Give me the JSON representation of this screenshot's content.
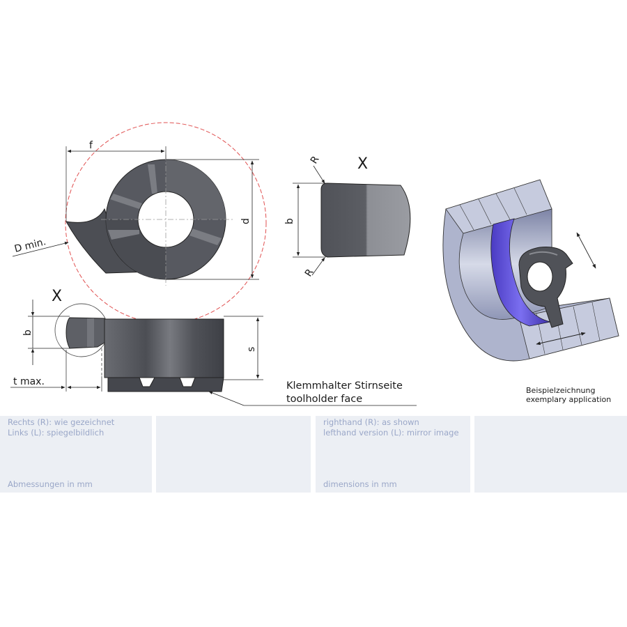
{
  "labels": {
    "view_x_top": "X",
    "view_x_side": "X",
    "dim_f": "f",
    "dim_d": "d",
    "dim_D_min": "D min.",
    "dim_b_detail": "b",
    "dim_R_top": "R",
    "dim_R_bottom": "R",
    "dim_b_side": "b",
    "dim_s": "s",
    "dim_t_max": "t max.",
    "toolholder_de": "Klemmhalter Stirnseite",
    "toolholder_en": "toolholder face",
    "example_de": "Beispielzeichnung",
    "example_en": "exemplary application"
  },
  "info": {
    "de_right": "Rechts (R): wie gezeichnet",
    "de_left": "Links (L): spiegelbildlich",
    "de_dimensions": "Abmessungen in mm",
    "en_right": "righthand (R): as shown",
    "en_left": "lefthand version (L): mirror image",
    "en_dimensions": "dimensions in mm"
  },
  "colors": {
    "insert": "#54565c",
    "insert_highlight": "#8a8c92",
    "workpiece": "#b9bfd3",
    "groove": "#5c4fd6",
    "construction_circle": "#e05050",
    "info_background": "#eceff4",
    "info_text": "#9aa7c8"
  }
}
